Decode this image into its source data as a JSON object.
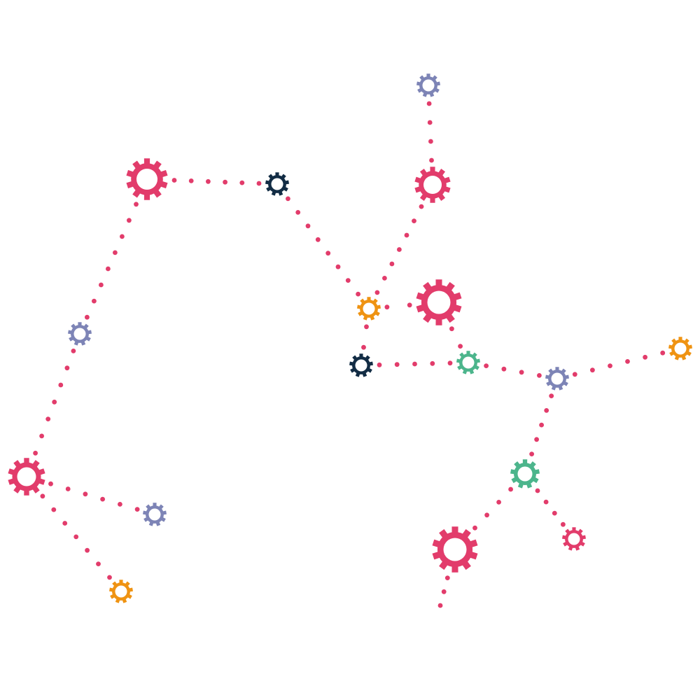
{
  "palette": {
    "background": "#ffffff",
    "link": "#e23c6b",
    "pink": "#e23c6b",
    "navy": "#122c44",
    "slate": "#7d84b6",
    "orange": "#ef9312",
    "green": "#4cb58c"
  },
  "nodes": [
    {
      "id": "n1",
      "color": "pink",
      "icon": "gear-icon"
    },
    {
      "id": "n2",
      "color": "navy",
      "icon": "gear-icon"
    },
    {
      "id": "n3",
      "color": "slate",
      "icon": "gear-icon"
    },
    {
      "id": "n4",
      "color": "pink",
      "icon": "gear-icon"
    },
    {
      "id": "n5",
      "color": "orange",
      "icon": "gear-icon"
    },
    {
      "id": "n6",
      "color": "pink",
      "icon": "gear-icon"
    },
    {
      "id": "n7",
      "color": "navy",
      "icon": "gear-icon"
    },
    {
      "id": "n8",
      "color": "green",
      "icon": "gear-icon"
    },
    {
      "id": "n9",
      "color": "slate",
      "icon": "gear-icon"
    },
    {
      "id": "n10",
      "color": "orange",
      "icon": "gear-icon"
    },
    {
      "id": "n11",
      "color": "green",
      "icon": "gear-icon"
    },
    {
      "id": "n12",
      "color": "pink",
      "icon": "gear-icon"
    },
    {
      "id": "n13",
      "color": "pink",
      "icon": "gear-icon"
    },
    {
      "id": "n14",
      "color": "slate",
      "icon": "gear-icon"
    },
    {
      "id": "n15",
      "color": "pink",
      "icon": "gear-icon"
    },
    {
      "id": "n16",
      "color": "slate",
      "icon": "gear-icon"
    },
    {
      "id": "n17",
      "color": "orange",
      "icon": "gear-icon"
    }
  ],
  "links": [
    [
      "n1",
      "n2"
    ],
    [
      "n2",
      "n5"
    ],
    [
      "n3",
      "n4"
    ],
    [
      "n4",
      "n5"
    ],
    [
      "n5",
      "n6"
    ],
    [
      "n5",
      "n7"
    ],
    [
      "n7",
      "n8"
    ],
    [
      "n6",
      "n8"
    ],
    [
      "n8",
      "n9"
    ],
    [
      "n9",
      "n10"
    ],
    [
      "n9",
      "n11"
    ],
    [
      "n11",
      "n12"
    ],
    [
      "n11",
      "n13"
    ],
    [
      "n1",
      "n14"
    ],
    [
      "n14",
      "n15"
    ],
    [
      "n15",
      "n16"
    ],
    [
      "n15",
      "n17"
    ]
  ],
  "dangling_links": [
    {
      "from": "n13",
      "direction": "down"
    }
  ]
}
